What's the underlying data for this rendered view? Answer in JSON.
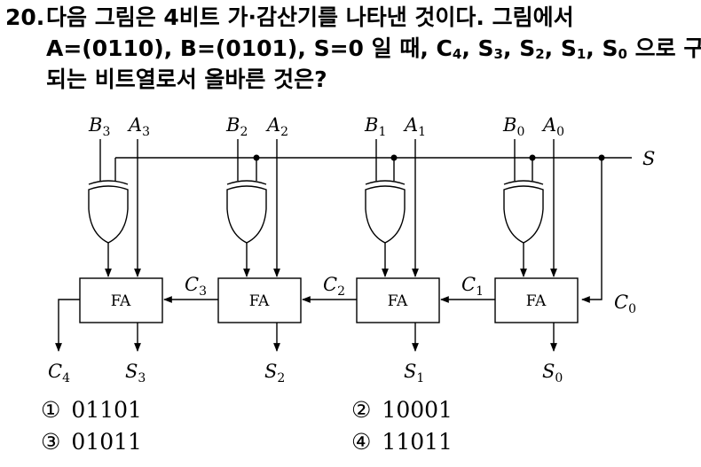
{
  "question": {
    "number": "20.",
    "line1": "다음 그림은 4비트 가·감산기를 나타낸 것이다. 그림에서",
    "line2_pre": "A=(0110), B=(0101), S=0 일 때, ",
    "c4_base": "C",
    "c4_sub": "4",
    "s3_base": "S",
    "s3_sub": "3",
    "s2_base": "S",
    "s2_sub": "2",
    "s1_base": "S",
    "s1_sub": "1",
    "s0_base": "S",
    "s0_sub": "0",
    "sep": ", ",
    "line2_post": " 으로 구성",
    "line3": "되는 비트열로서 올바른 것은?"
  },
  "diagram": {
    "inputs": [
      {
        "b_base": "B",
        "b_sub": "3",
        "a_base": "A",
        "a_sub": "3"
      },
      {
        "b_base": "B",
        "b_sub": "2",
        "a_base": "A",
        "a_sub": "2"
      },
      {
        "b_base": "B",
        "b_sub": "1",
        "a_base": "A",
        "a_sub": "1"
      },
      {
        "b_base": "B",
        "b_sub": "0",
        "a_base": "A",
        "a_sub": "0"
      }
    ],
    "adder_label": "FA",
    "s_label": "S",
    "carries": [
      {
        "base": "C",
        "sub": "3"
      },
      {
        "base": "C",
        "sub": "2"
      },
      {
        "base": "C",
        "sub": "1"
      },
      {
        "base": "C",
        "sub": "0"
      }
    ],
    "c4": {
      "base": "C",
      "sub": "4"
    },
    "sums": [
      {
        "base": "S",
        "sub": "3"
      },
      {
        "base": "S",
        "sub": "2"
      },
      {
        "base": "S",
        "sub": "1"
      },
      {
        "base": "S",
        "sub": "0"
      }
    ]
  },
  "choices": [
    {
      "mark": "①",
      "text": "01101"
    },
    {
      "mark": "②",
      "text": "10001"
    },
    {
      "mark": "③",
      "text": "01011"
    },
    {
      "mark": "④",
      "text": "11011"
    }
  ]
}
